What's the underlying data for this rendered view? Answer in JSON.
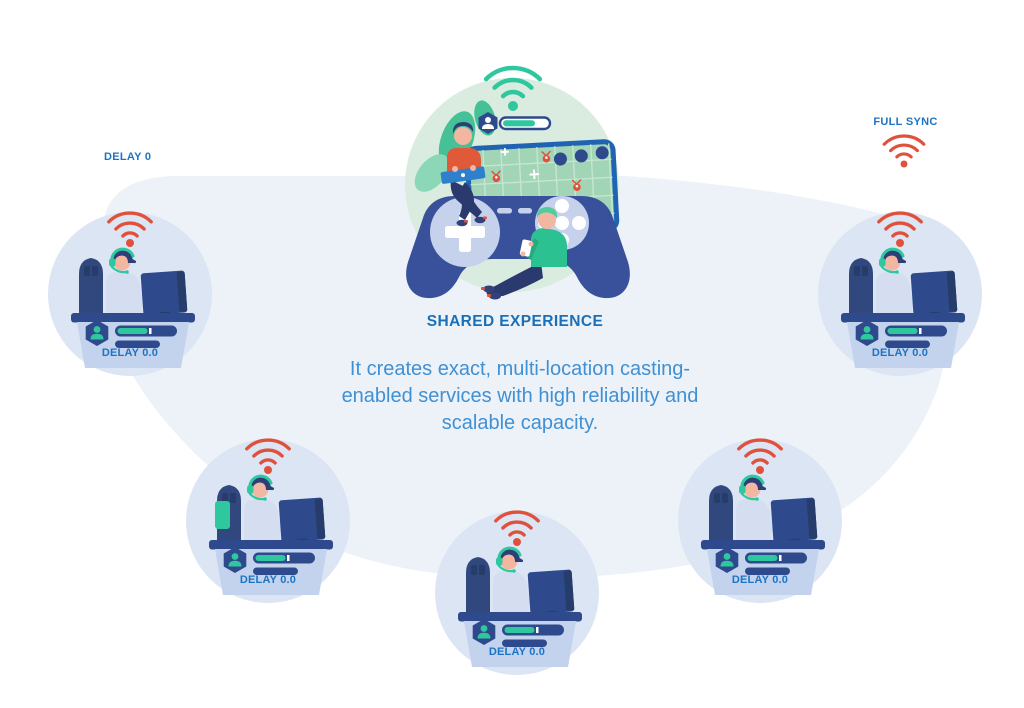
{
  "title": "SHARED EXPERIENCE",
  "description": "It creates exact, multi-location casting-enabled services with high reliability and scalable capacity.",
  "corner_labels": {
    "delay": "DELAY 0",
    "full_sync": "FULL SYNC"
  },
  "players": [
    {
      "position": "top-left",
      "label": "DELAY 0.0"
    },
    {
      "position": "top-right",
      "label": "DELAY 0.0"
    },
    {
      "position": "bottom-left",
      "label": "DELAY 0.0"
    },
    {
      "position": "bottom-center",
      "label": "DELAY 0.0"
    },
    {
      "position": "bottom-right",
      "label": "DELAY 0.0"
    }
  ],
  "icons": {
    "wifi": "wifi-signal-icon",
    "badge": "player-hexagon-badge",
    "controller": "game-controller"
  },
  "colors": {
    "navy": "#2e4a8c",
    "controller_navy": "#38519a",
    "teal": "#2fc79e",
    "red": "#e0513c",
    "card_circle": "#dbe5f3",
    "desk": "#c3d2ed",
    "blob": "#edf2f8",
    "mint": "#d9ecdf",
    "screen_green": "#a2d4b6",
    "title_blue": "#1a70b8",
    "body_blue": "#4090d4",
    "label_blue": "#1c74c4",
    "periwinkle": "#c6d2ec",
    "skin": "#f3b6a0",
    "shirt_light": "#d5def0",
    "shirt_orange": "#e05a3a",
    "shirt_teal": "#2cc191",
    "hair_green": "#52cb9d",
    "pants_navy": "#2b3a6e",
    "laptop_blue": "#2f80cc"
  }
}
